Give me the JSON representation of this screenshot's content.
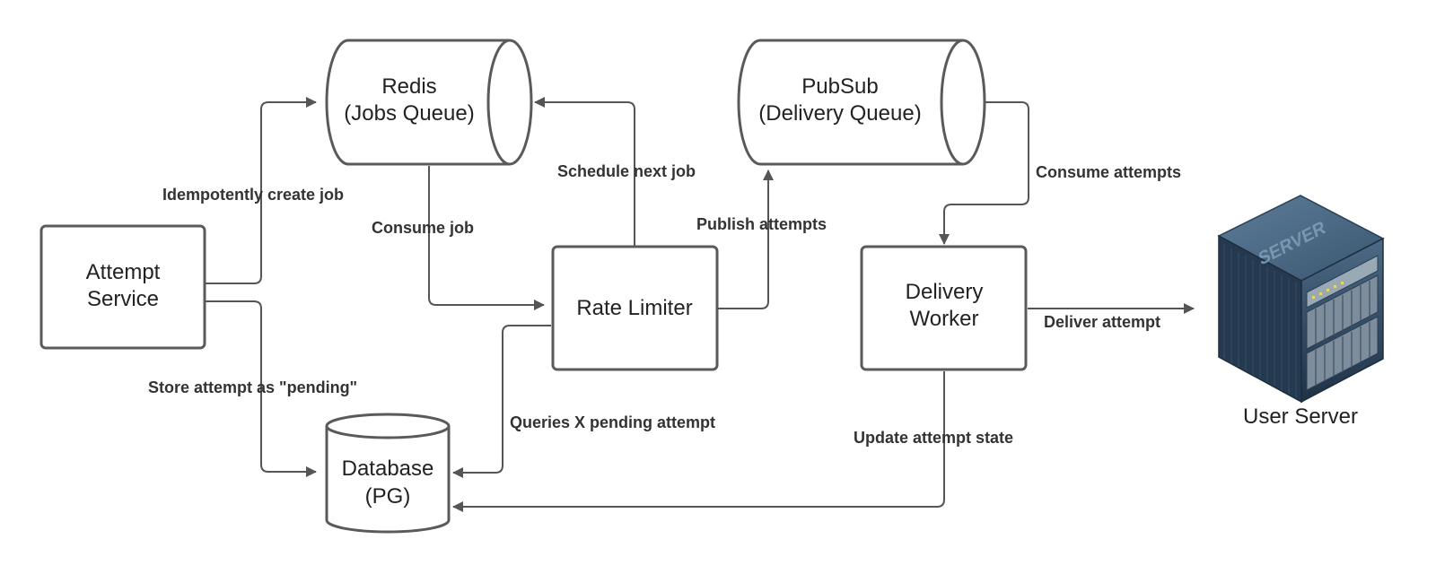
{
  "diagram": {
    "nodes": {
      "attempt_service": {
        "lines": [
          "Attempt",
          "Service"
        ]
      },
      "redis": {
        "lines": [
          "Redis",
          "(Jobs Queue)"
        ]
      },
      "pubsub": {
        "lines": [
          "PubSub",
          "(Delivery Queue)"
        ]
      },
      "rate_limiter": {
        "lines": [
          "Rate Limiter"
        ]
      },
      "delivery_worker": {
        "lines": [
          "Delivery",
          "Worker"
        ]
      },
      "database": {
        "lines": [
          "Database",
          "(PG)"
        ]
      },
      "user_server": {
        "label": "User Server",
        "icon_text": "SERVER",
        "icon": "server-icon"
      }
    },
    "edges": {
      "idempotently_create_job": "Idempotently create job",
      "consume_job": "Consume job",
      "schedule_next_job": "Schedule next job",
      "publish_attempts": "Publish attempts",
      "consume_attempts": "Consume attempts",
      "deliver_attempt": "Deliver attempt",
      "store_attempt_pending": "Store attempt as \"pending\"",
      "queries_pending_attempt": "Queries X pending attempt",
      "update_attempt_state": "Update attempt state"
    },
    "colors": {
      "stroke": "#5a5a5a",
      "server_dark": "#2a3f55",
      "server_light": "#4d6a86"
    }
  }
}
